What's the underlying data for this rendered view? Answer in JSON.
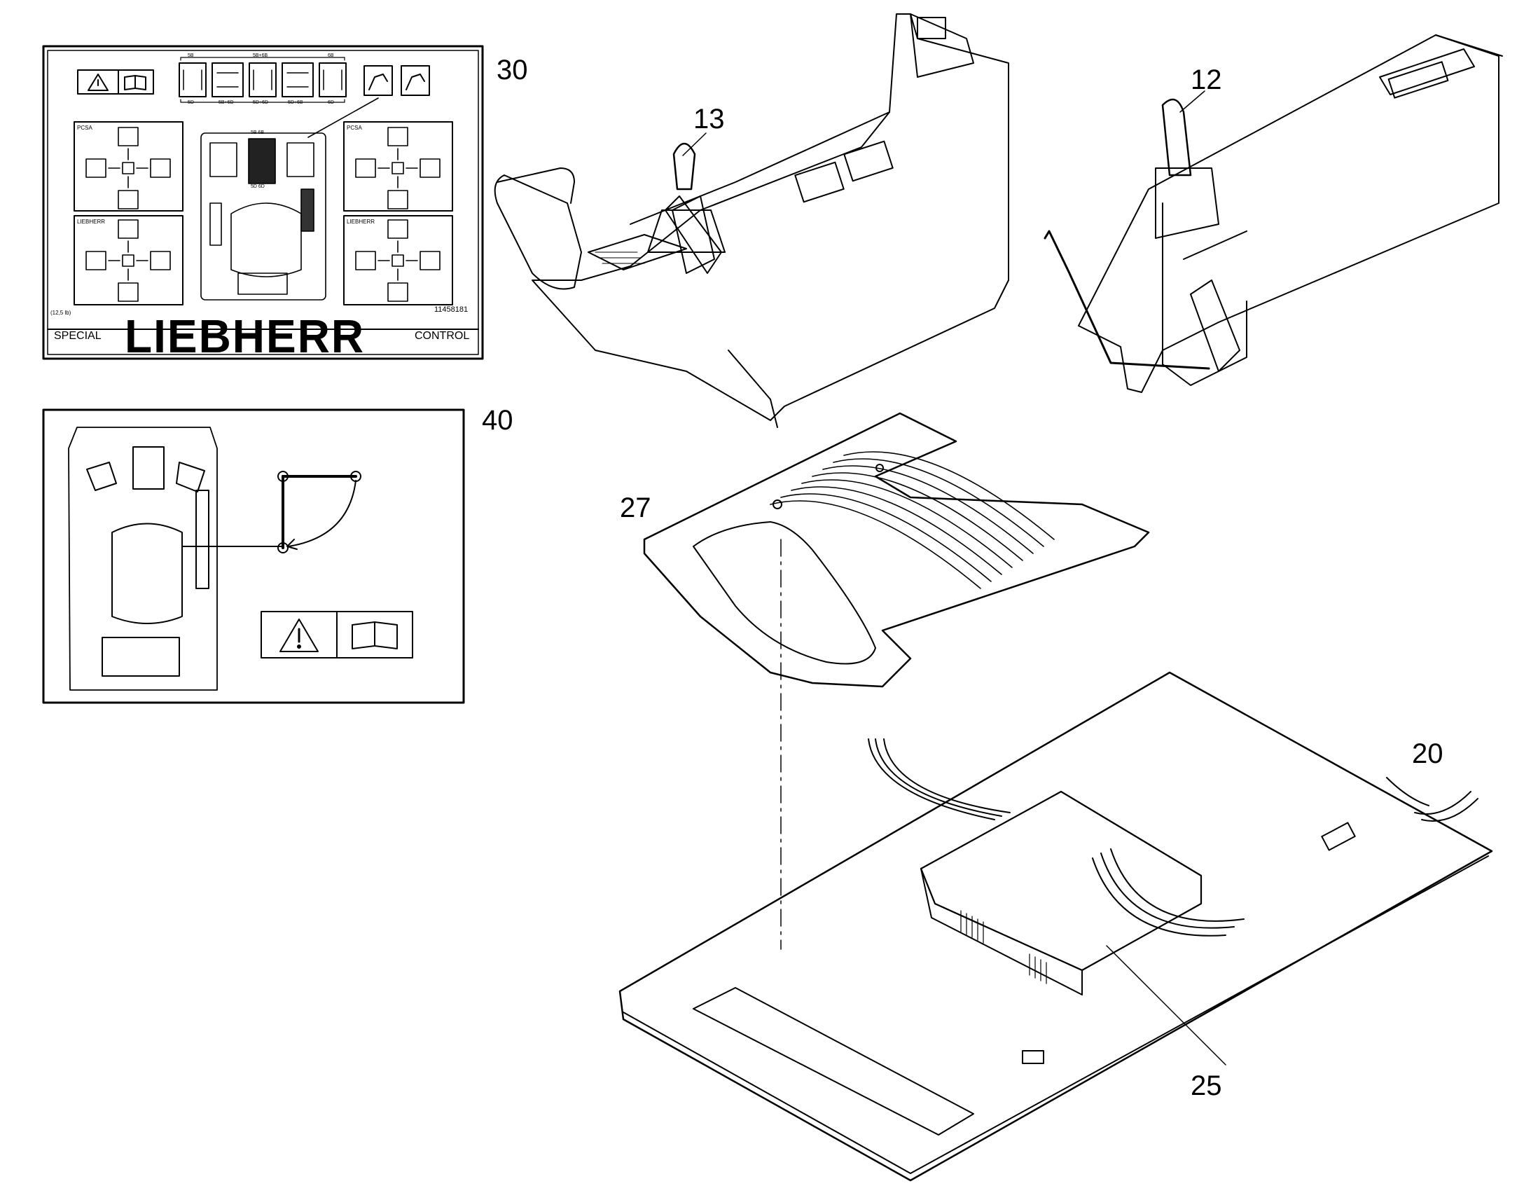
{
  "callouts": {
    "c30": "30",
    "c13": "13",
    "c12": "12",
    "c40": "40",
    "c27": "27",
    "c20": "20",
    "c25": "25"
  },
  "decal30": {
    "brand": "LIEBHERR",
    "left_label": "SPECIAL",
    "right_label": "CONTROL",
    "part_number": "11458181",
    "size_note": "(12,5 lb)",
    "panel_tl_label": "PCSA",
    "panel_bl_label": "LIEBHERR",
    "panel_tr_label": "PCSA",
    "panel_br_label": "LIEBHERR",
    "pattern_labels_top": [
      "5B",
      "5B+6B",
      "6B"
    ],
    "pattern_labels_bottom": [
      "5D",
      "5B+6D",
      "5D+6D",
      "5D+6B",
      "6D"
    ],
    "seat_labels_top": "5B 6B",
    "seat_labels_bottom": "5D 6D"
  },
  "icons": [
    "warning-triangle-icon",
    "manual-book-icon",
    "joystick-icon",
    "excavator-icon"
  ]
}
